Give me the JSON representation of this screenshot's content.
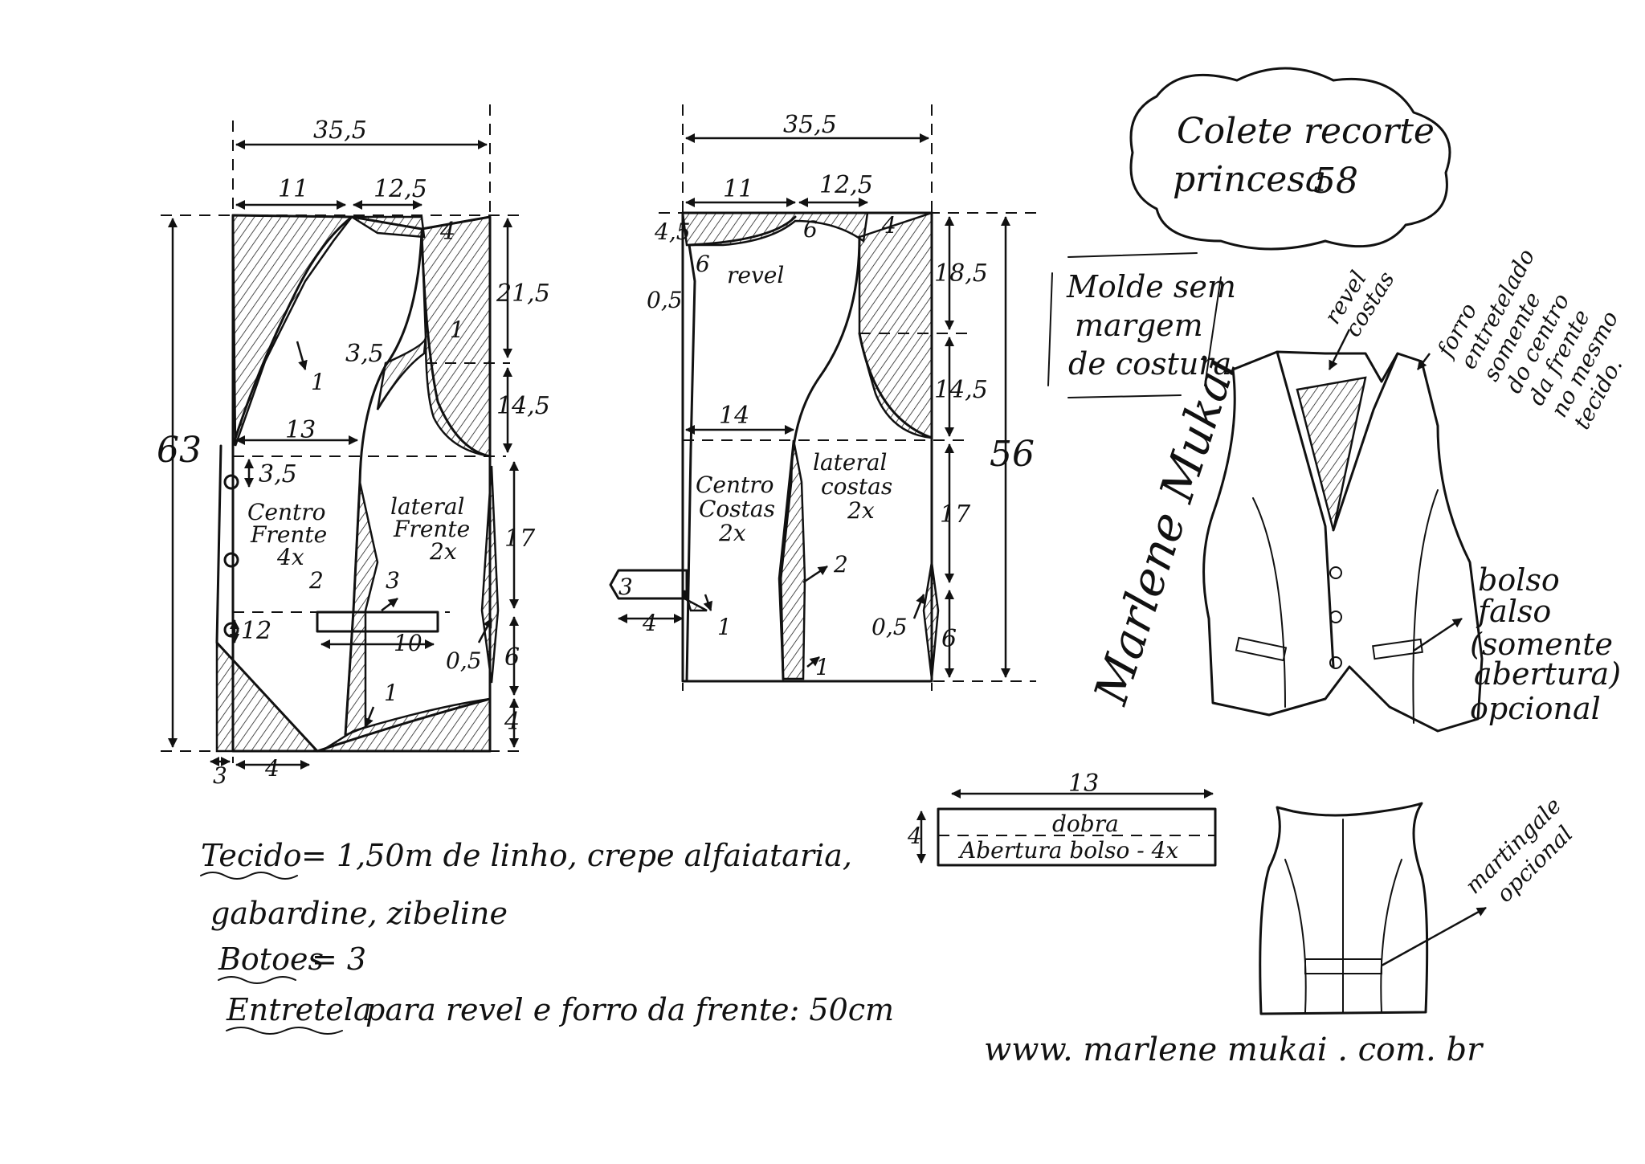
{
  "title": {
    "line1": "Colete recorte",
    "line2": "princesa",
    "size": "58"
  },
  "note_molde": [
    "Molde sem",
    "margem",
    "de costura"
  ],
  "front": {
    "width": "35,5",
    "top_a": "11",
    "top_b": "12,5",
    "height": "63",
    "h1": "21,5",
    "h2": "14,5",
    "h3": "17",
    "h4": "6",
    "h5": "4",
    "shoulder_drop": "4",
    "waist": "13",
    "dart_width": "3,5",
    "gap_a": "3,5",
    "gap_b": "12",
    "pocket_len": "10",
    "hem_a": "3",
    "hem_b": "4",
    "side_small": "0,5",
    "mark_1a": "1",
    "mark_1b": "1",
    "mark_1c": "1",
    "mark_2": "2",
    "mark_3": "3",
    "label_center": [
      "Centro",
      "Frente",
      "4x"
    ],
    "label_side": [
      "lateral",
      "Frente",
      "2x"
    ]
  },
  "back": {
    "width": "35,5",
    "top_a": "11",
    "top_b": "12,5",
    "height": "56",
    "h1": "18,5",
    "h2": "14,5",
    "h3": "17",
    "h4": "6",
    "neck_drop": "4,5",
    "neck_depth": "6",
    "shoulder_drop": "4",
    "small_a": "0,5",
    "small_b": "6",
    "revel": "revel",
    "waist": "14",
    "belt_h": "3",
    "belt_w": "4",
    "side_small": "0,5",
    "mark_1a": "1",
    "mark_1b": "1",
    "mark_2": "2",
    "label_center": [
      "Centro",
      "Costas",
      "2x"
    ],
    "label_side": [
      "lateral",
      "costas",
      "2x"
    ]
  },
  "pocket": {
    "width": "13",
    "height": "4",
    "fold": "dobra",
    "label": "Abertura bolso - 4x"
  },
  "annotations": {
    "revel_costas": [
      "revel",
      "costas"
    ],
    "forro": [
      "forro",
      "entretelado",
      "somente",
      "do centro",
      "da frente",
      "no mesmo",
      "tecido."
    ],
    "bolso": [
      "bolso",
      "falso",
      "(somente",
      "abertura)",
      "opcional"
    ],
    "martingale": [
      "martingale",
      "opcional"
    ]
  },
  "signature": "Marlene Mukai",
  "materials": {
    "tecido_label": "Tecido",
    "tecido_line1": "= 1,50m  de  linho, crepe alfaiataria,",
    "tecido_line2": "gabardine, zibeline",
    "botoes_label": "Botoes",
    "botoes_value": "= 3",
    "entretela_label": "Entretela",
    "entretela_value": " para  revel  e  forro  da  frente: 50cm"
  },
  "website": "www. marlene mukai . com. br"
}
